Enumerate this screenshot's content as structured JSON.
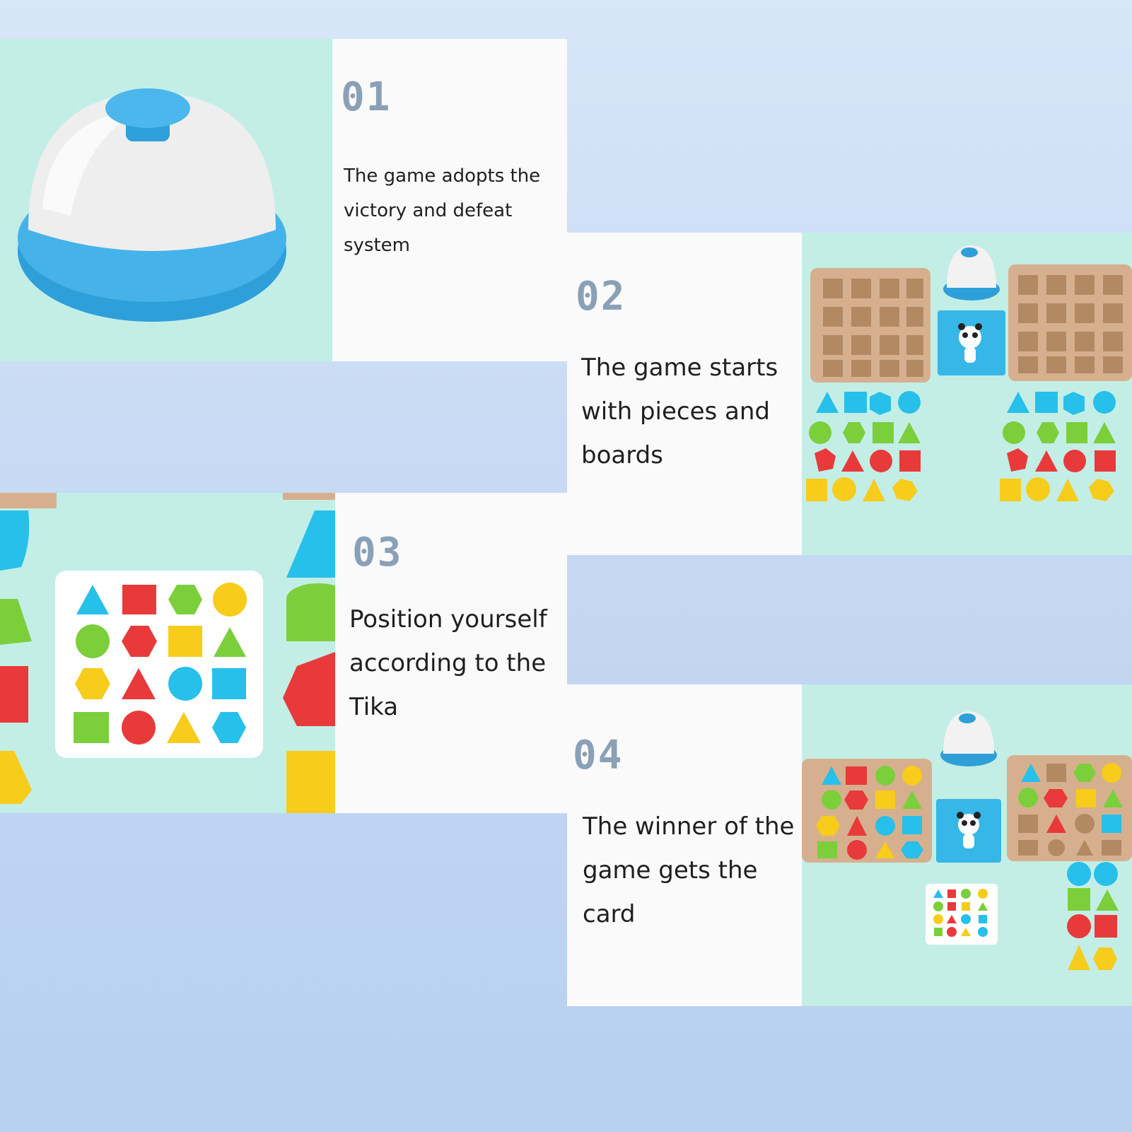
{
  "steps": [
    {
      "number": "01",
      "text": "The game adopts the victory and defeat system"
    },
    {
      "number": "02",
      "text": "The game starts with pieces and boards"
    },
    {
      "number": "03",
      "text": "Position yourself according to the Tika"
    },
    {
      "number": "04",
      "text": "The winner of the game gets the card"
    }
  ],
  "colors": {
    "background": "#c6d9f3",
    "panel": "#fafafa",
    "photo_background": "#c3eee6",
    "number": "#8aa0b6",
    "bell_blue": "#3aa9e3",
    "bell_white": "#eeeeee",
    "wood": "#d6b08e",
    "red": "#e83a3a",
    "yellow": "#f7cc1b",
    "green": "#7bcf3b",
    "cyan": "#26c0ea"
  }
}
